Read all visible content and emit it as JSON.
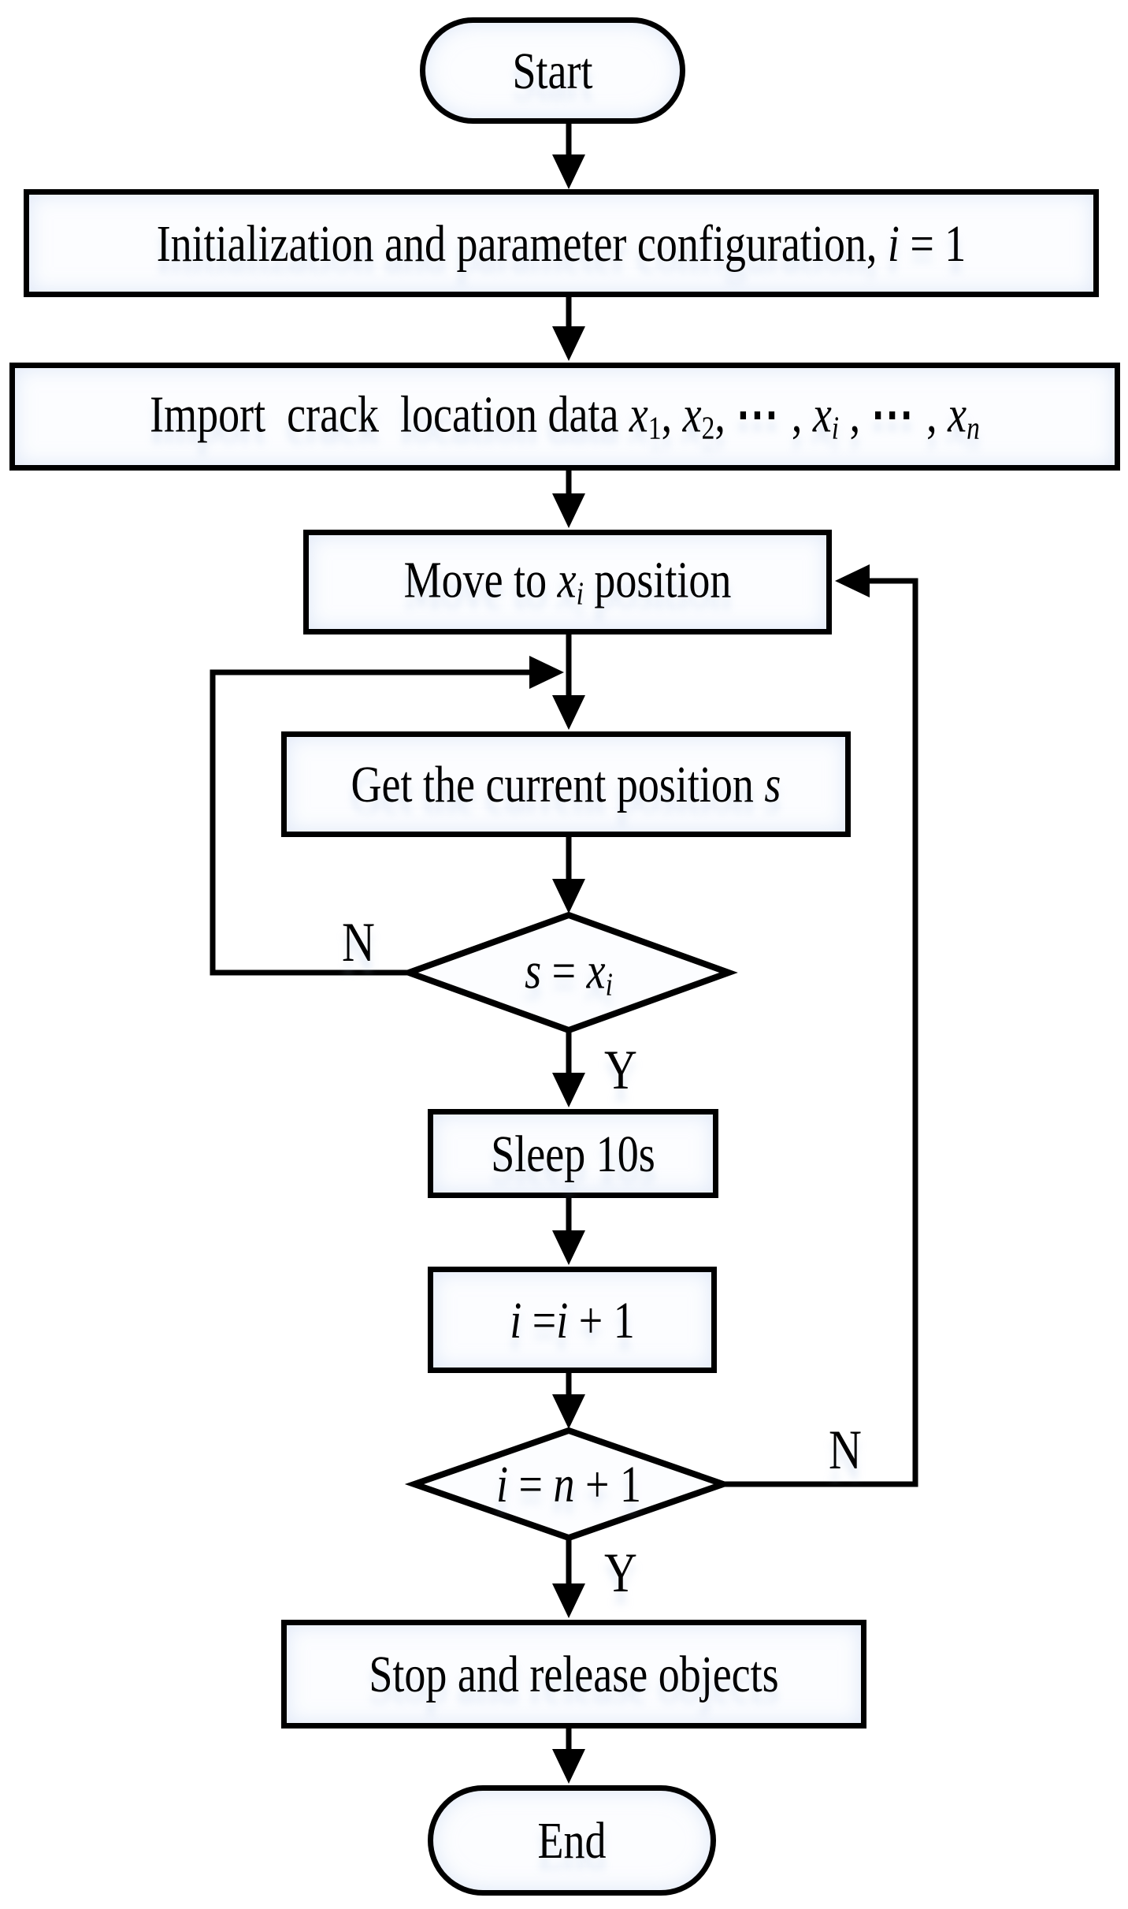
{
  "flowchart": {
    "start": {
      "label": "Start"
    },
    "init": {
      "segments": [
        {
          "t": "Initialization and parameter configuration, "
        },
        {
          "t": "i",
          "s": "i"
        },
        {
          "t": " = 1"
        }
      ]
    },
    "import": {
      "segments": [
        {
          "t": "Import  crack  location data "
        },
        {
          "t": "x",
          "s": "i"
        },
        {
          "t": "1",
          "s": "sub"
        },
        {
          "t": ", "
        },
        {
          "t": "x",
          "s": "i"
        },
        {
          "t": "2",
          "s": "sub"
        },
        {
          "t": ", "
        },
        {
          "t": "⋯",
          "s": "b"
        },
        {
          "t": " , "
        },
        {
          "t": "x",
          "s": "i"
        },
        {
          "t": "i",
          "s": "isub"
        },
        {
          "t": " , "
        },
        {
          "t": "⋯",
          "s": "b"
        },
        {
          "t": " , "
        },
        {
          "t": "x",
          "s": "i"
        },
        {
          "t": "n",
          "s": "isub"
        }
      ]
    },
    "move": {
      "segments": [
        {
          "t": "Move to "
        },
        {
          "t": "x",
          "s": "i"
        },
        {
          "t": "i",
          "s": "isub"
        },
        {
          "t": " position"
        }
      ]
    },
    "get_position": {
      "segments": [
        {
          "t": "Get the current position "
        },
        {
          "t": "s",
          "s": "i"
        }
      ]
    },
    "check_position": {
      "segments": [
        {
          "t": "s",
          "s": "i"
        },
        {
          "t": " = "
        },
        {
          "t": "x",
          "s": "i"
        },
        {
          "t": "i",
          "s": "isub"
        }
      ]
    },
    "sleep": {
      "label": "Sleep 10s"
    },
    "increment": {
      "segments": [
        {
          "t": "i",
          "s": "i"
        },
        {
          "t": " ="
        },
        {
          "t": "i",
          "s": "i"
        },
        {
          "t": " + 1"
        }
      ]
    },
    "check_done": {
      "segments": [
        {
          "t": "i",
          "s": "i"
        },
        {
          "t": " = "
        },
        {
          "t": "n",
          "s": "i"
        },
        {
          "t": " + 1"
        }
      ]
    },
    "stop": {
      "label": "Stop and release objects"
    },
    "end": {
      "label": "End"
    },
    "branch_labels": {
      "position_no": "N",
      "position_yes": "Y",
      "done_no": "N",
      "done_yes": "Y"
    },
    "colors": {
      "line": "#000000",
      "shape_fill": "#fcfdff",
      "background": "#ffffff"
    }
  }
}
